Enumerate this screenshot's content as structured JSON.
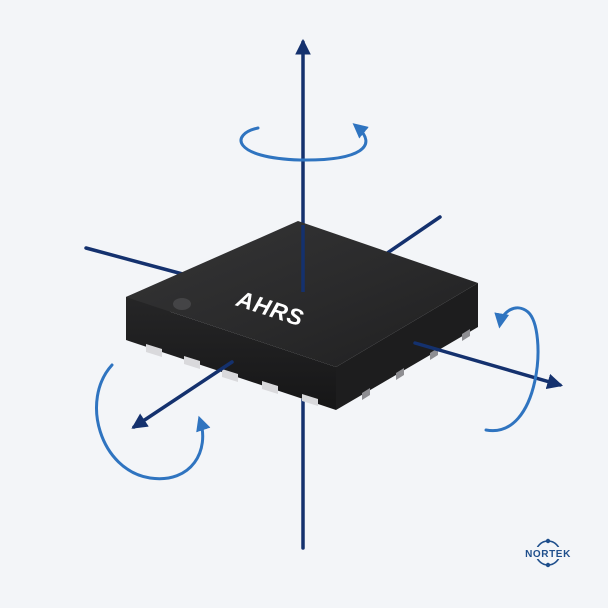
{
  "chip": {
    "label": "AHRS"
  },
  "logo": {
    "text": "NORTEK"
  },
  "colors": {
    "background": "#f3f5f8",
    "axis": "#14316e",
    "rotation_arrow": "#2f74c0",
    "chip_top": "#2b2b2c",
    "chip_side": "#1c1c1d",
    "pad": "#d9d9dc"
  },
  "icons": [
    "z-axis-arrow",
    "x-axis-arrow",
    "y-axis-arrow",
    "rotation-arrow-z",
    "rotation-arrow-x",
    "rotation-arrow-y",
    "nortek-logo"
  ]
}
